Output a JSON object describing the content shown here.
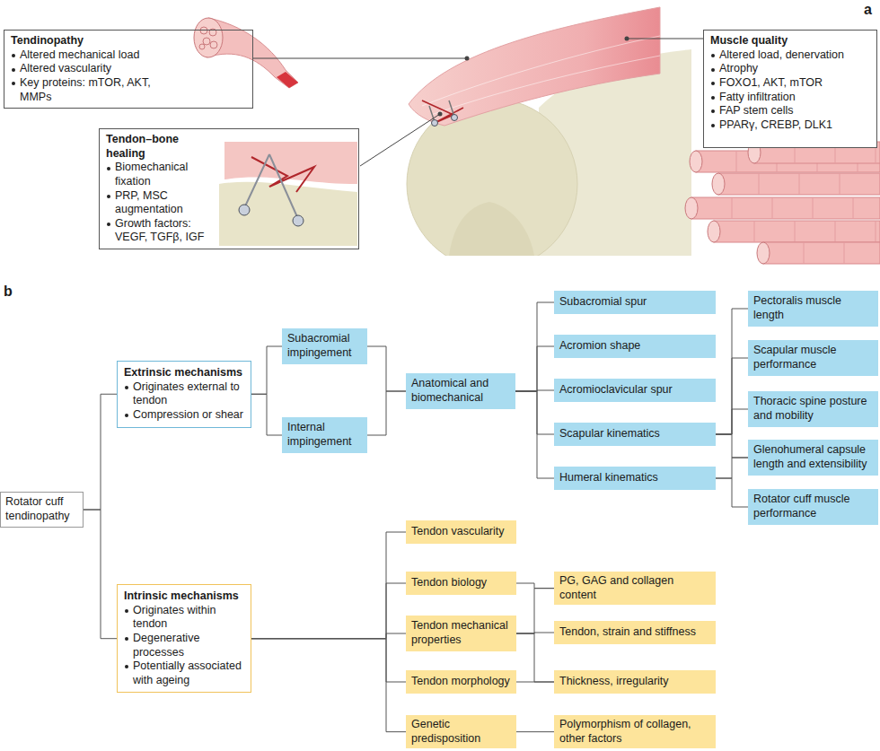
{
  "diagram": {
    "nodes": [
      {
        "text": [
          "Tendinopathy",
          "Altered mechanical load",
          "Altered vascularity",
          "Key proteins: mTOR, AKT, MMPs"
        ]
      },
      {
        "text": [
          "Tendon–bone healing",
          "Biomechanical fixation",
          "PRP, MSC augmentation",
          "Growth factors: VEGF, TGFβ, IGF"
        ]
      },
      {
        "text": [
          "Muscle quality",
          "Altered load, denervation",
          "Atrophy",
          "FOXO1, AKT, mTOR",
          "Fatty infiltration",
          "FAP stem cells",
          "PPARγ, CREBP, DLK1"
        ]
      },
      {
        "text": [
          "Rotator cuff tendinopathy"
        ]
      },
      {
        "text": [
          "Extrinsic mechanisms",
          "Originates external to tendon",
          "Compression or shear"
        ]
      },
      {
        "text": [
          "Intrinsic mechanisms",
          "Originates within tendon",
          "Degenerative processes",
          "Potentially associated with ageing"
        ]
      },
      {
        "text": [
          "Subacromial impingement"
        ]
      },
      {
        "text": [
          "Internal impingement"
        ]
      },
      {
        "text": [
          "Anatomical and biomechanical"
        ]
      },
      {
        "text": [
          "Subacromial spur"
        ]
      },
      {
        "text": [
          "Acromion shape"
        ]
      },
      {
        "text": [
          "Acromioclavicular spur"
        ]
      },
      {
        "text": [
          "Scapular kinematics"
        ]
      },
      {
        "text": [
          "Humeral kinematics"
        ]
      },
      {
        "text": [
          "Pectoralis muscle length"
        ]
      },
      {
        "text": [
          "Scapular muscle performance"
        ]
      },
      {
        "text": [
          "Thoracic spine posture and mobility"
        ]
      },
      {
        "text": [
          "Glenohumeral capsule length and extensibility"
        ]
      },
      {
        "text": [
          "Rotator cuff muscle performance"
        ]
      },
      {
        "text": [
          "Tendon vascularity"
        ]
      },
      {
        "text": [
          "Tendon biology"
        ]
      },
      {
        "text": [
          "Tendon mechanical properties"
        ]
      },
      {
        "text": [
          "Tendon morphology"
        ]
      },
      {
        "text": [
          "Genetic predisposition"
        ]
      },
      {
        "text": [
          "PG, GAG and collagen content"
        ]
      },
      {
        "text": [
          "Tendon, strain and stiffness"
        ]
      },
      {
        "text": [
          "Thickness, irregularity"
        ]
      },
      {
        "text": [
          "Polymorphism of collagen, other factors"
        ]
      }
    ],
    "edges": [
      {
        "from": 3,
        "to": 4,
        "arrow": "none"
      },
      {
        "from": 3,
        "to": 5,
        "arrow": "none"
      },
      {
        "from": 4,
        "to": 6,
        "arrow": "none"
      },
      {
        "from": 4,
        "to": 7,
        "arrow": "none"
      },
      {
        "from": 6,
        "to": 8,
        "arrow": "none"
      },
      {
        "from": 7,
        "to": 8,
        "arrow": "none"
      },
      {
        "from": 8,
        "to": 9,
        "arrow": "none"
      },
      {
        "from": 8,
        "to": 10,
        "arrow": "none"
      },
      {
        "from": 8,
        "to": 11,
        "arrow": "none"
      },
      {
        "from": 8,
        "to": 12,
        "arrow": "none"
      },
      {
        "from": 8,
        "to": 13,
        "arrow": "none"
      },
      {
        "from": 12,
        "to": 14,
        "arrow": "none"
      },
      {
        "from": 12,
        "to": 15,
        "arrow": "none"
      },
      {
        "from": 12,
        "to": 16,
        "arrow": "none"
      },
      {
        "from": 12,
        "to": 17,
        "arrow": "none"
      },
      {
        "from": 13,
        "to": 17,
        "arrow": "none"
      },
      {
        "from": 13,
        "to": 18,
        "arrow": "none"
      },
      {
        "from": 5,
        "to": 19,
        "arrow": "none"
      },
      {
        "from": 5,
        "to": 20,
        "arrow": "none"
      },
      {
        "from": 5,
        "to": 21,
        "arrow": "none"
      },
      {
        "from": 5,
        "to": 22,
        "arrow": "none"
      },
      {
        "from": 5,
        "to": 23,
        "arrow": "none"
      },
      {
        "from": 20,
        "to": 24,
        "arrow": "none"
      },
      {
        "from": 21,
        "to": 24,
        "arrow": "none"
      },
      {
        "from": 21,
        "to": 25,
        "arrow": "none"
      },
      {
        "from": 21,
        "to": 26,
        "arrow": "none"
      },
      {
        "from": 22,
        "to": 26,
        "arrow": "none"
      },
      {
        "from": 23,
        "to": 27,
        "arrow": "none"
      }
    ],
    "labels": [
      "a",
      "b"
    ]
  }
}
